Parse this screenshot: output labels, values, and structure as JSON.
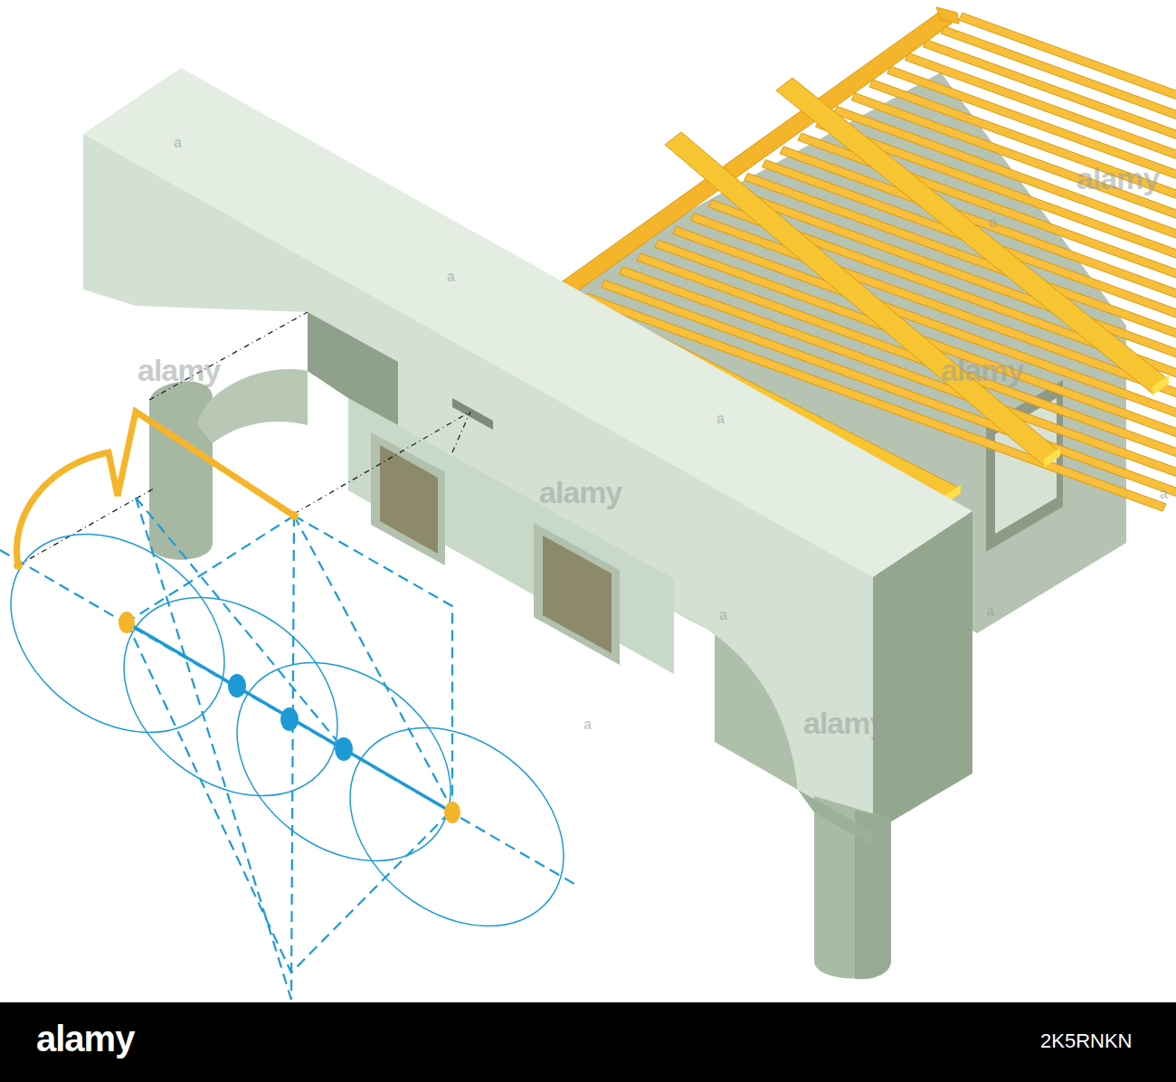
{
  "diagram": {
    "labels": [
      "alamy",
      "alamy",
      "alamy",
      "alamy",
      "alamy",
      "a",
      "a",
      "a",
      "a",
      "a",
      "a",
      "a",
      "a",
      "alamy",
      "2K5RNKN"
    ]
  }
}
